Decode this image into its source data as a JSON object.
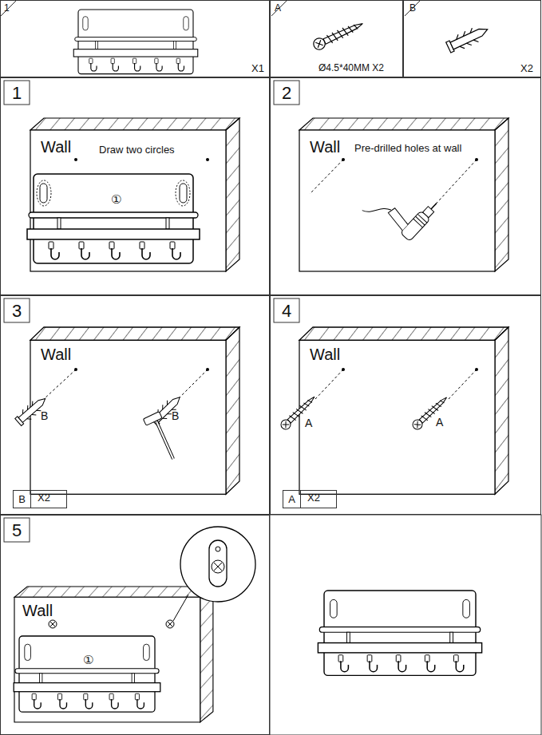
{
  "diagram": {
    "nodes": [
      {
        "text": [
          "1",
          "X1"
        ]
      },
      {
        "text": [
          "A",
          "Ø4.5*40MM X2"
        ]
      },
      {
        "text": [
          "B",
          "X2"
        ]
      },
      {
        "text": [
          "1",
          "Wall",
          "Draw two circles",
          "①"
        ]
      },
      {
        "text": [
          "2",
          "Wall",
          "Pre-drilled holes at wall"
        ]
      },
      {
        "text": [
          "3",
          "Wall",
          "B",
          "B"
        ]
      },
      {
        "text": [
          "B",
          "X2"
        ],
        "in": 5
      },
      {
        "text": [
          "4",
          "Wall",
          "A",
          "A"
        ]
      },
      {
        "text": [
          "A",
          "X2"
        ],
        "in": 7
      },
      {
        "text": [
          "5",
          "Wall",
          "①"
        ]
      }
    ]
  }
}
